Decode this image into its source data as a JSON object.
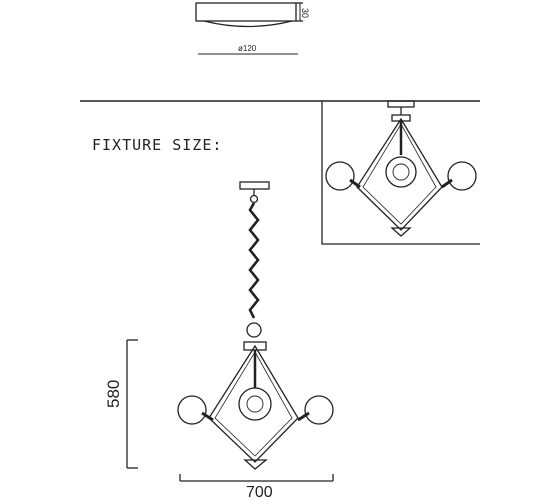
{
  "labels": {
    "fixture_size": "FIXTURE SIZE:",
    "canopy_diameter": "ø120",
    "canopy_height": "30",
    "height": "580",
    "width": "700"
  },
  "colors": {
    "line": "#222222",
    "background": "#ffffff",
    "glass": "#e6e6e6"
  }
}
